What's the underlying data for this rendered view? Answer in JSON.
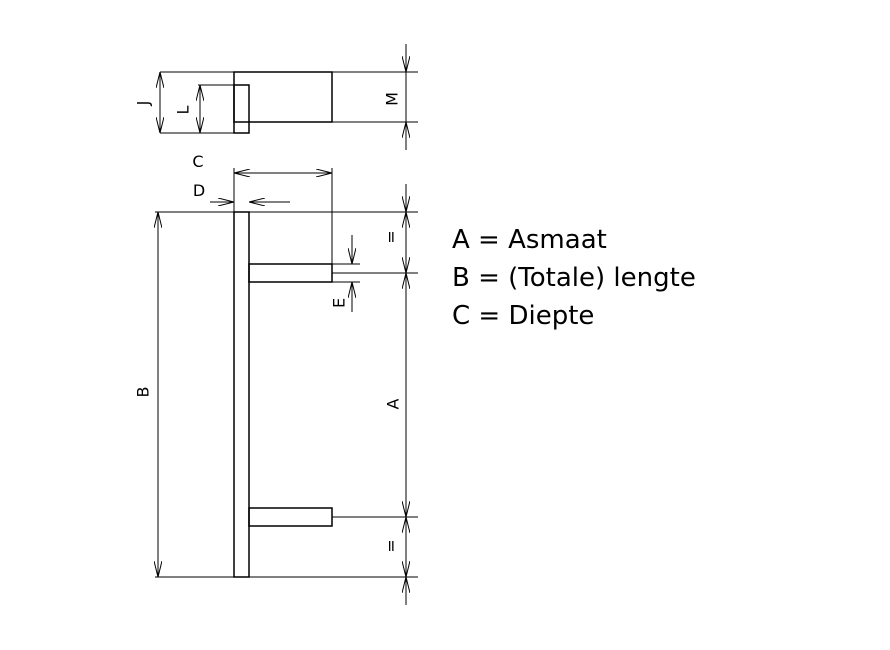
{
  "dimension_labels": {
    "a": "A",
    "b": "B",
    "c": "C",
    "d": "D",
    "e": "E",
    "j": "J",
    "l": "L",
    "m": "M",
    "equal_top": "=",
    "equal_bottom": "="
  },
  "legend": [
    "A = Asmaat",
    "B = (Totale) lengte",
    "C = Diepte"
  ]
}
